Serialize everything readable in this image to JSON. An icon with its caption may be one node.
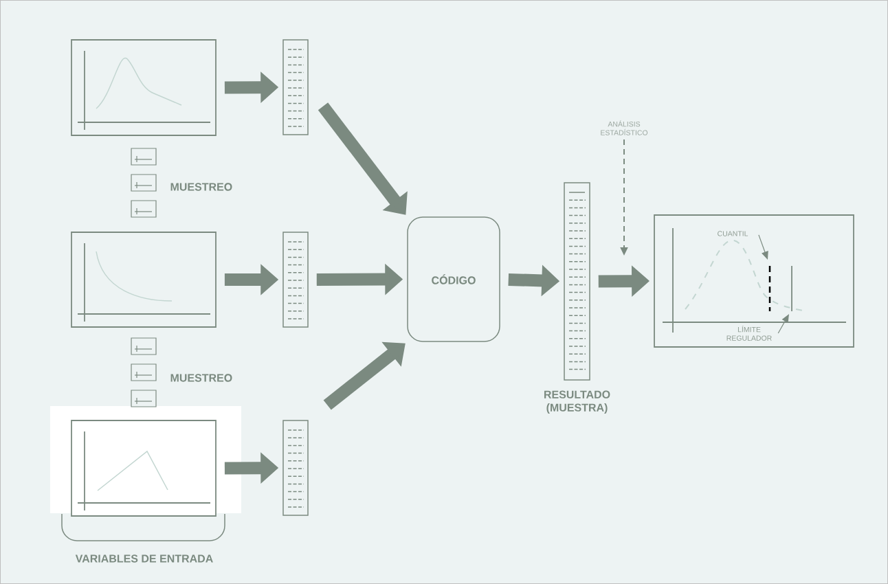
{
  "diagram": {
    "nodes": [
      {
        "text": [],
        "shape": "box"
      },
      {
        "text": [],
        "shape": "box"
      },
      {
        "text": [],
        "shape": "box"
      },
      {
        "text": [],
        "shape": "bar"
      },
      {
        "text": [],
        "shape": "bar"
      },
      {
        "text": [],
        "shape": "bar"
      },
      {
        "text": [
          "CÓDIGO"
        ]
      },
      {
        "text": [],
        "shape": "bar",
        "beside": [
          "RESULTADO (MUESTRA)"
        ]
      },
      {
        "text": [],
        "shape": "box"
      },
      {
        "text": [
          "ANÁLISIS ESTADÍSTICO"
        ]
      },
      {
        "text": [
          "CUANTIL"
        ],
        "in": 8
      },
      {
        "text": [
          "LÍMITE REGULADOR"
        ],
        "in": 8
      }
    ],
    "edges": [
      {
        "from": 0,
        "to": 3,
        "arrow": "to"
      },
      {
        "from": 1,
        "to": 4,
        "arrow": "to"
      },
      {
        "from": 2,
        "to": 5,
        "arrow": "to"
      },
      {
        "from": 3,
        "to": 6,
        "arrow": "to"
      },
      {
        "from": 4,
        "to": 6,
        "arrow": "to"
      },
      {
        "from": 5,
        "to": 6,
        "arrow": "to"
      },
      {
        "from": 6,
        "to": 7,
        "arrow": "to"
      },
      {
        "from": 7,
        "to": 8,
        "arrow": "to"
      },
      {
        "from": 9,
        "to": null,
        "arrow": "to",
        "style": "dashed"
      },
      {
        "from": 10,
        "to": null,
        "arrow": "to"
      },
      {
        "from": 11,
        "to": null,
        "arrow": "to"
      }
    ],
    "labels": [
      "MUESTREO",
      "MUESTREO",
      "VARIABLES DE ENTRADA"
    ]
  }
}
